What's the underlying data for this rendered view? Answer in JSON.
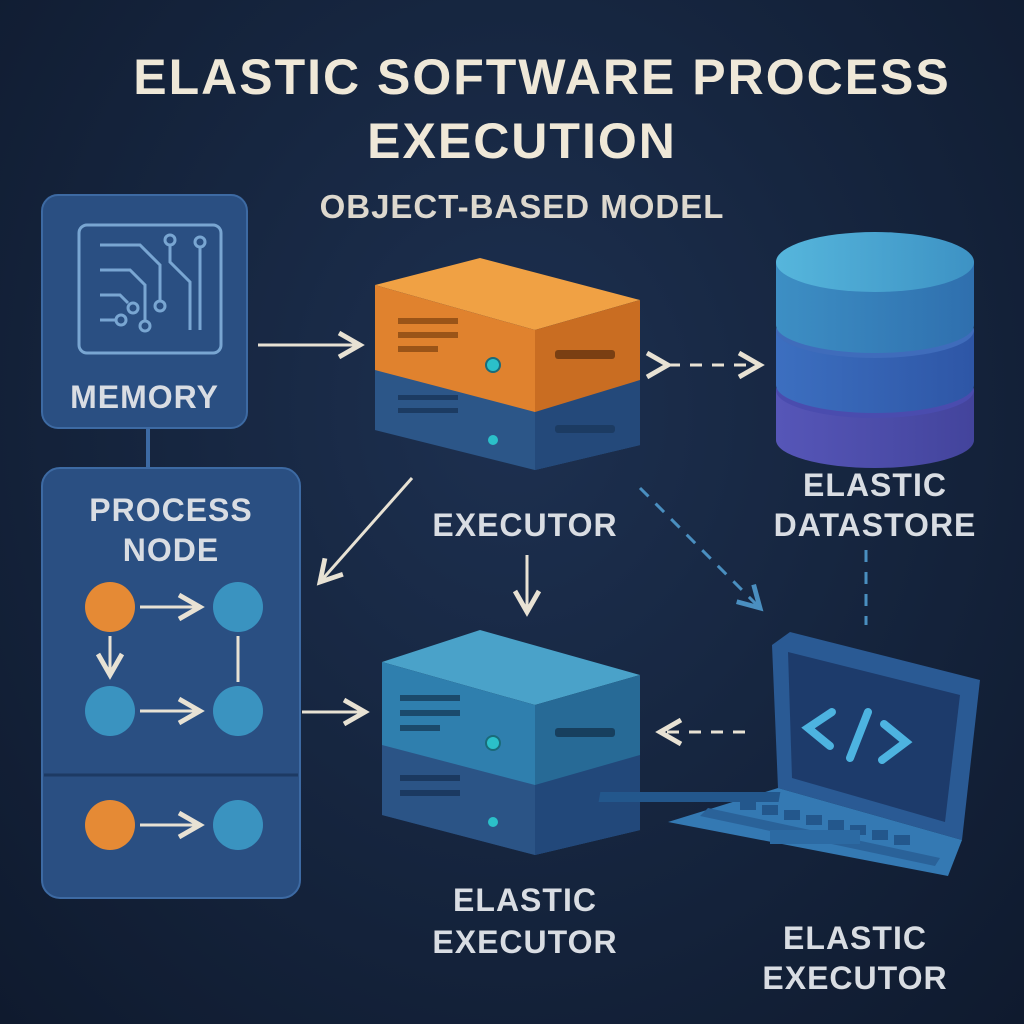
{
  "title_line1": "ELASTIC SOFTWARE PROCESS",
  "title_line2": "EXECUTION",
  "subtitle": "OBJECT-BASED MODEL",
  "labels": {
    "memory": "MEMORY",
    "process_node_1": "PROCESS",
    "process_node_2": "NODE",
    "executor": "EXECUTOR",
    "datastore_1": "ELASTIC",
    "datastore_2": "DATASTORE",
    "elastic_executor_1": "ELASTIC",
    "elastic_executor_2": "EXECUTOR",
    "laptop_executor_1": "ELASTIC",
    "laptop_executor_2": "EXECUTOR"
  },
  "icons": {
    "memory": "circuit-board-icon",
    "executor": "server-icon",
    "elastic_executor": "server-icon",
    "datastore": "database-icon",
    "laptop": "laptop-code-icon"
  },
  "colors": {
    "background": "#15243d",
    "panel": "#2a4f82",
    "orange": "#e58a35",
    "teal": "#3d8fb8",
    "title": "#efe8d8"
  }
}
